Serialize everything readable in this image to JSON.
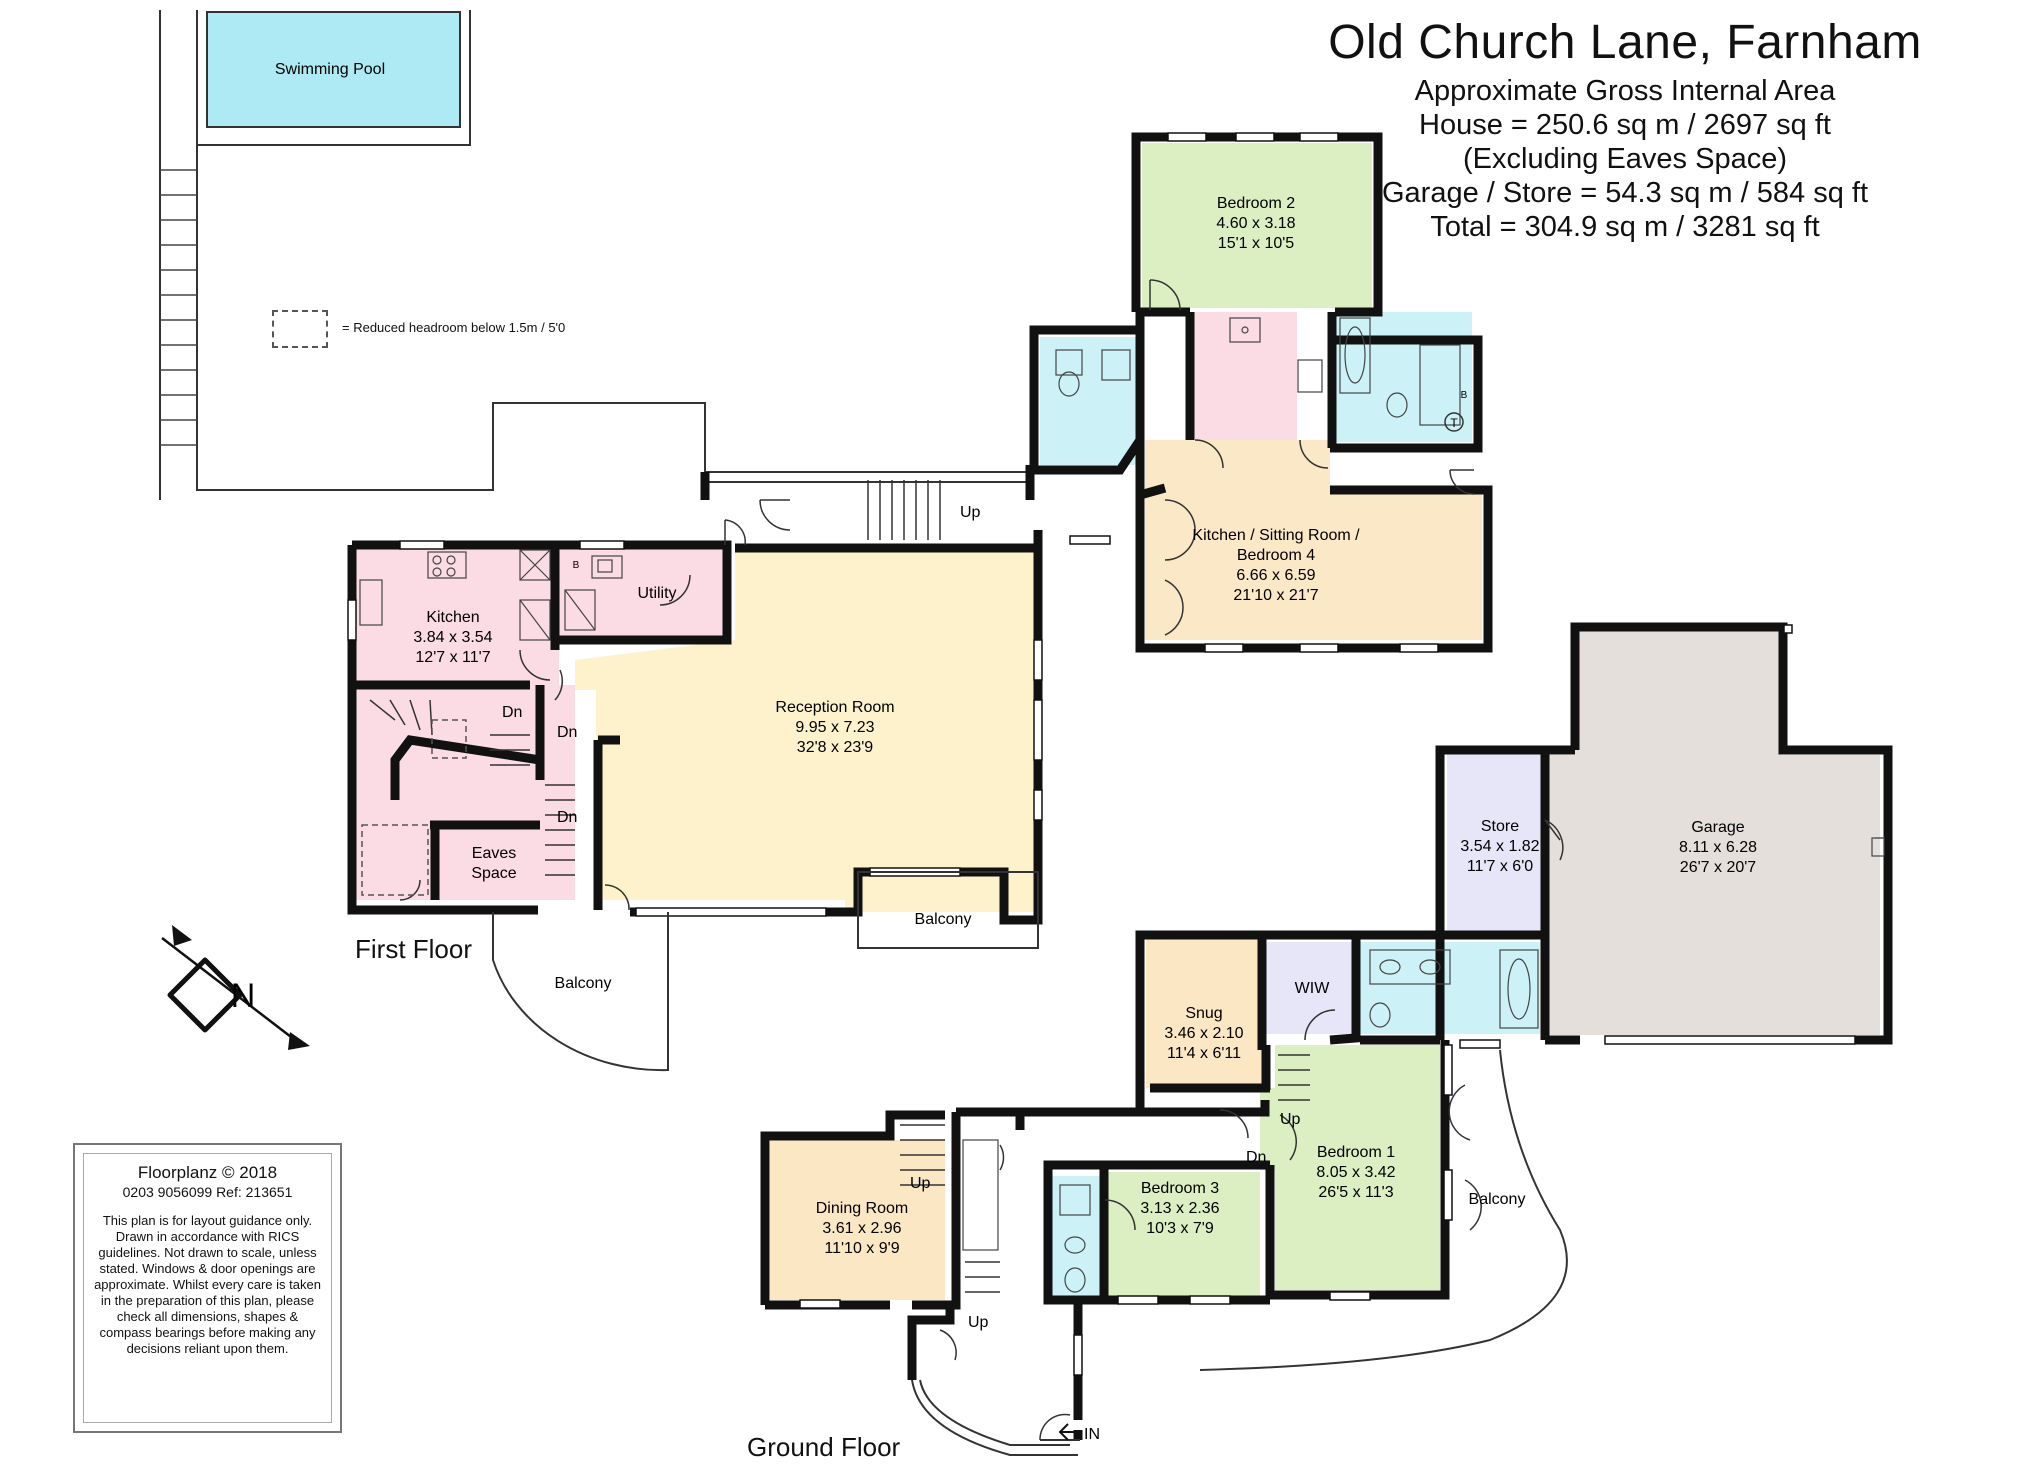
{
  "header": {
    "title": "Old Church Lane, Farnham",
    "area_heading": "Approximate Gross Internal Area",
    "house_area": "House = 250.6 sq m / 2697 sq ft",
    "excluding_note": "(Excluding Eaves Space)",
    "garage_area": "Garage / Store = 54.3 sq m / 584 sq ft",
    "total_area": "Total = 304.9 sq m / 3281 sq ft"
  },
  "legend": {
    "text": "= Reduced headroom below 1.5m / 5'0"
  },
  "floors": {
    "first": "First Floor",
    "ground": "Ground Floor"
  },
  "rooms": {
    "pool": "Swimming Pool",
    "bedroom2": [
      "Bedroom 2",
      "4.60 x 3.18",
      "15'1 x 10'5"
    ],
    "kitchen_sitting": [
      "Kitchen / Sitting Room /",
      "Bedroom 4",
      "6.66 x 6.59",
      "21'10 x 21'7"
    ],
    "kitchen": [
      "Kitchen",
      "3.84 x 3.54",
      "12'7 x 11'7"
    ],
    "utility": "Utility",
    "reception": [
      "Reception Room",
      "9.95 x 7.23",
      "32'8 x 23'9"
    ],
    "eaves": [
      "Eaves",
      "Space"
    ],
    "balcony": "Balcony",
    "garage": [
      "Garage",
      "8.11 x 6.28",
      "26'7 x 20'7"
    ],
    "store": [
      "Store",
      "3.54 x 1.82",
      "11'7 x 6'0"
    ],
    "snug": [
      "Snug",
      "3.46 x 2.10",
      "11'4 x 6'11"
    ],
    "wiw": "WIW",
    "bedroom1": [
      "Bedroom 1",
      "8.05 x 3.42",
      "26'5 x 11'3"
    ],
    "bedroom3": [
      "Bedroom 3",
      "3.13 x 2.36",
      "10'3 x 7'9"
    ],
    "dining": [
      "Dining Room",
      "3.61 x 2.96",
      "11'10 x 9'9"
    ]
  },
  "stairs": {
    "up": "Up",
    "down": "Dn",
    "in": "IN"
  },
  "fixtures": {
    "boiler": "B",
    "tank": "T"
  },
  "compass": {
    "letter": "N"
  },
  "notice": {
    "copyright": "Floorplanz © 2018",
    "ref": "0203 9056099 Ref: 213651",
    "disclaimer": "This plan is for layout guidance only. Drawn in accordance with RICS guidelines. Not drawn to scale, unless stated. Windows & door openings are approximate. Whilst every care is taken in the preparation of this plan, please check all dimensions, shapes & compass bearings before making any decisions reliant upon them."
  },
  "colors": {
    "wall": "#111111",
    "pool": "#aeeaf4",
    "bedroom_green": "#dcefc2",
    "kitchen_pink": "#fbdbe4",
    "reception_yellow": "#fdf2cc",
    "bathroom_blue": "#ccf2f7",
    "garage_grey": "#e4dfdb",
    "store_lavender": "#e6e6f8",
    "snug_tan": "#fbe7c4",
    "kitchen_sitting_tan": "#fbe8c6"
  }
}
